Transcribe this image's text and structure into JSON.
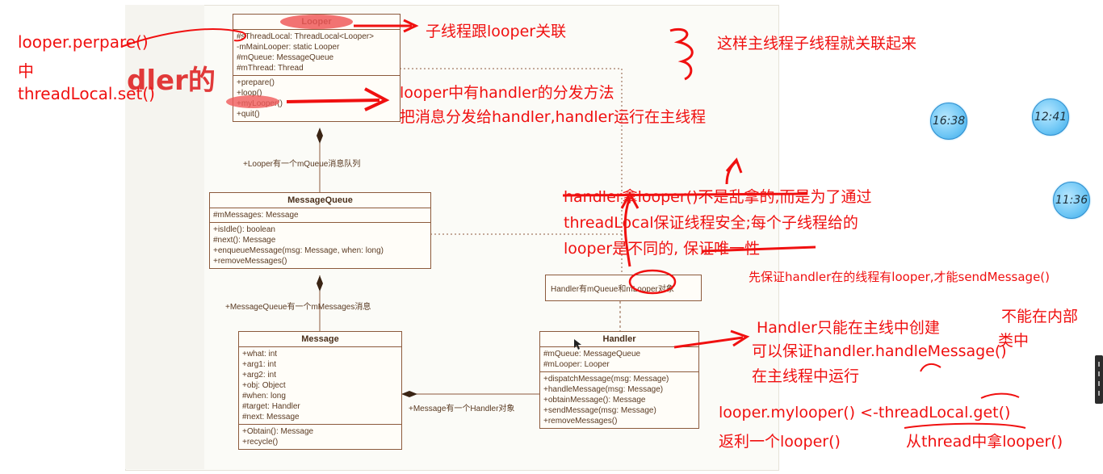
{
  "diagram": {
    "looper": {
      "title": "Looper",
      "attrs": [
        "#sThreadLocal: ThreadLocal<Looper>",
        "-mMainLooper: static Looper",
        "#mQueue: MessageQueue",
        "#mThread: Thread"
      ],
      "methods": [
        "+prepare()",
        "+loop()",
        "+myLooper()",
        "+quit()"
      ]
    },
    "message_queue": {
      "title": "MessageQueue",
      "attrs": [
        "#mMessages: Message"
      ],
      "methods": [
        "+isIdle(): boolean",
        "#next(): Message",
        "+enqueueMessage(msg: Message, when: long)",
        "+removeMessages()"
      ]
    },
    "message": {
      "title": "Message",
      "attrs": [
        "+what: int",
        "+arg1: int",
        "+arg2: int",
        "+obj: Object",
        "#when: long",
        "#target: Handler",
        "#next: Message"
      ],
      "methods": [
        "+Obtain(): Message",
        "+recycle()"
      ]
    },
    "handler": {
      "title": "Handler",
      "attrs": [
        "#mQueue: MessageQueue",
        "#mLooper: Looper"
      ],
      "methods": [
        "+dispatchMessage(msg: Message)",
        "+handleMessage(msg: Message)",
        "+obtainMessage(): Message",
        "+sendMessage(msg: Message)",
        "+removeMessages()"
      ]
    },
    "captions": {
      "looper_queue": "+Looper有一个mQueue消息队列",
      "queue_messages": "+MessageQueue有一个mMessages消息",
      "message_handler": "+Message有一个Handler对象"
    },
    "note": "Handler有mQueue和mLooper对象",
    "background_heading": "dler的"
  },
  "annotations": {
    "left_line1": "looper.perpare()",
    "left_line2": "中",
    "left_line3": "threadLocal.set()",
    "top_right1": "子线程跟looper关联",
    "top_right2": "这样主线程子线程就关联起来",
    "loop_line1": "looper中有handler的分发方法",
    "loop_line2": "把消息分发给handler,handler运行在主线程",
    "thread_line1": "handler拿looper()不是乱拿的,而是为了通过",
    "thread_line2": "threadLocal保证线程安全;每个子线程给的",
    "thread_line3": "looper是不同的, 保证唯一性",
    "ensure": "先保证handler在的线程有looper,才能sendMessage()",
    "handler_line1": "Handler只能在主线中创建",
    "handler_line2": "可以保证handler.handleMessage()",
    "handler_line3": "在主线程中运行",
    "inner_class1": "不能在内部",
    "inner_class2": "类中",
    "mylooper": "looper.mylooper() <-threadLocal.get()",
    "return_looper": "返利一个looper()",
    "from_thread": "从thread中拿looper()"
  },
  "clocks": [
    "16:38",
    "12:41",
    "11:36"
  ],
  "colors": {
    "annotation": "#f01010",
    "uml_line": "#8c5a3c",
    "clock": "#6dc6f5"
  }
}
